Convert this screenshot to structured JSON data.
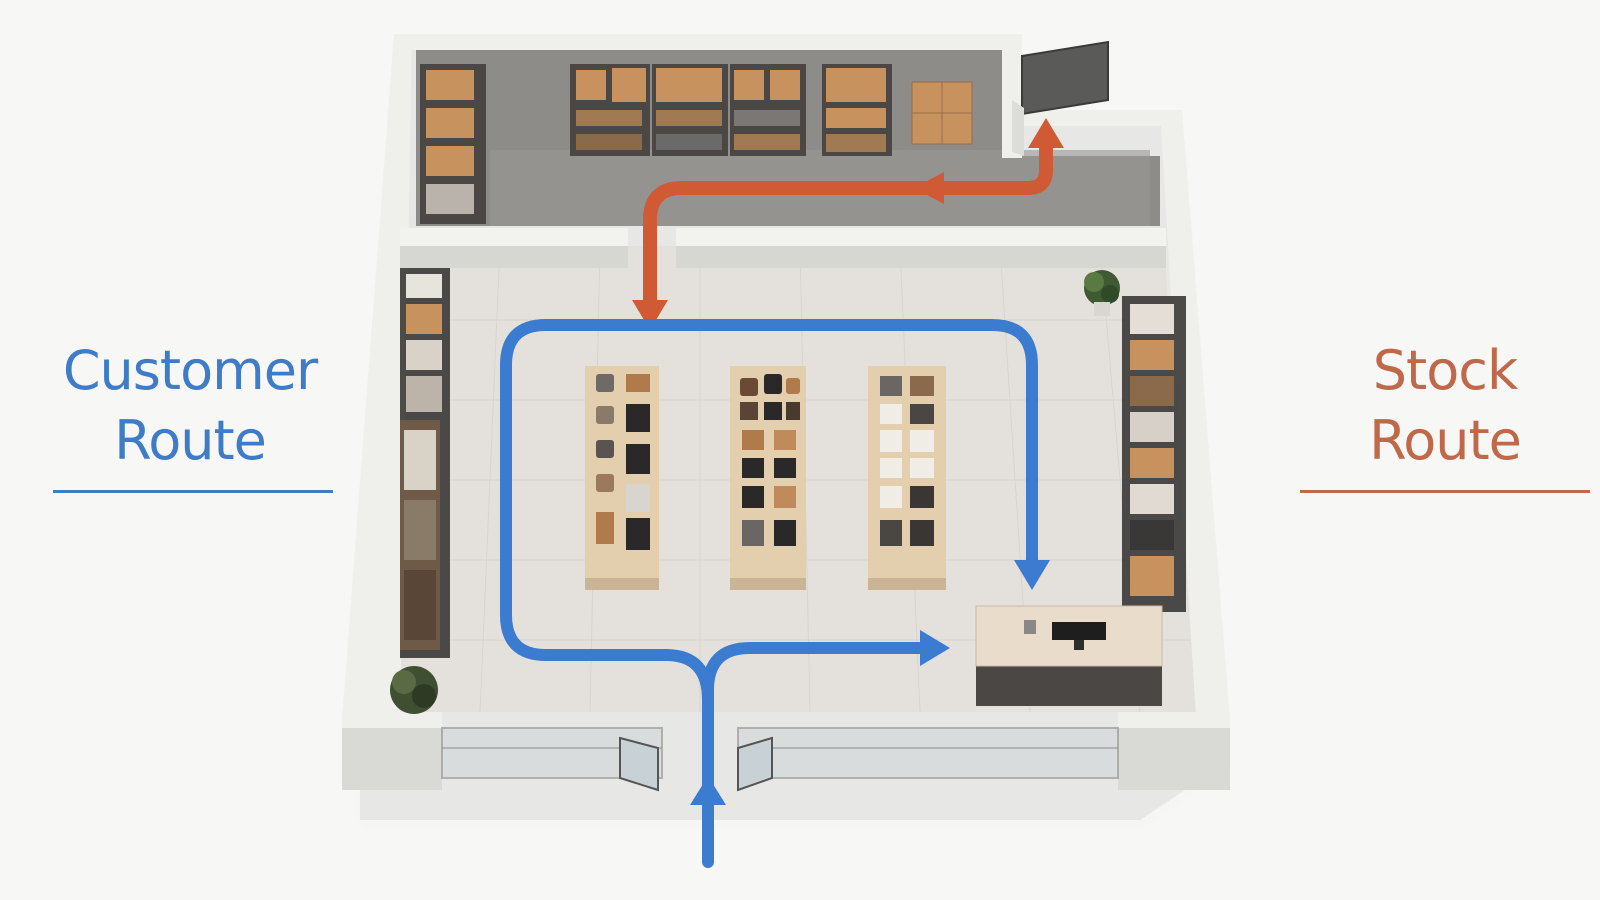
{
  "legend": {
    "customer": {
      "line1": "Customer",
      "line2": "Route"
    },
    "stock": {
      "line1": "Stock",
      "line2": "Route"
    }
  },
  "colors": {
    "customer_route": "#3b7bd0",
    "stock_route": "#cf5a34",
    "customer_text": "#3f7cc8",
    "stock_text": "#c0694a",
    "wall": "#e9e9e6",
    "wall_shade": "#cfcfcb",
    "floor": "#e4e1dc",
    "stockroom_floor": "#8e8c89",
    "box": "#c8925f",
    "shelf": "#3a3836",
    "table_top": "#e3cfae",
    "counter": "#4a4744",
    "counter_top": "#eadccb"
  },
  "icons": [
    "door-icon",
    "plant-icon",
    "monitor-icon",
    "box-icon",
    "clothing-rack-icon",
    "bag-icon"
  ]
}
